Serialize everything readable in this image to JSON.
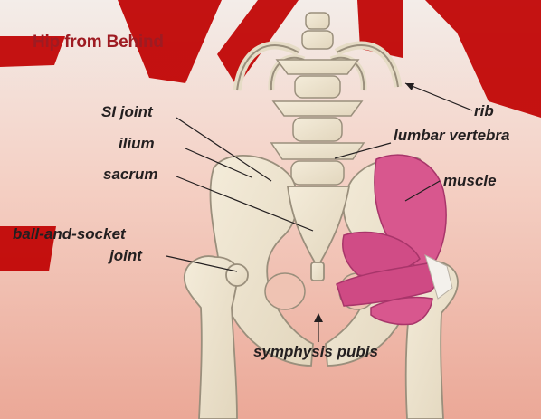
{
  "title": "Hip from Behind",
  "labels": {
    "si_joint": "SI joint",
    "ilium": "ilium",
    "sacrum": "sacrum",
    "ball_and_socket_1": "ball-and-socket",
    "ball_and_socket_2": "joint",
    "rib": "rib",
    "lumbar_vertebra": "lumbar vertebra",
    "muscle": "muscle",
    "symphysis_pubis": "symphysis pubis"
  },
  "colors": {
    "title": "#9e1b22",
    "label_text": "#231f20",
    "bone": "#ece3cf",
    "bone_outline": "#9a8f7c",
    "muscle": "#d8578e",
    "muscle_dark": "#b83a72",
    "background_top": "#f2ebe8",
    "background_bottom": "#ecaa9b",
    "watermark": "#c00000"
  }
}
